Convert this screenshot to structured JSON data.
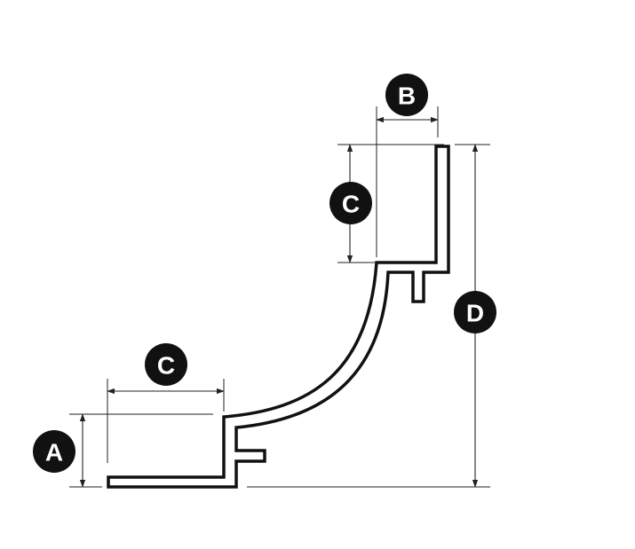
{
  "diagram": {
    "labels": {
      "a": "A",
      "b": "B",
      "c_top": "C",
      "c_bottom": "C",
      "d": "D"
    },
    "colors": {
      "ink": "#111111",
      "background": "#ffffff",
      "badge_text": "#ffffff"
    }
  }
}
